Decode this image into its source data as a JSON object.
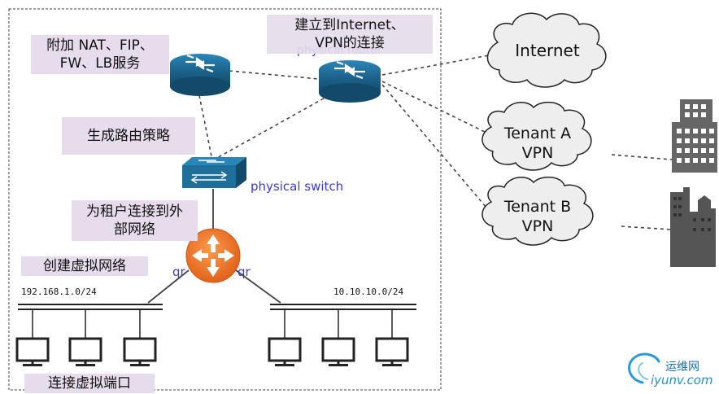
{
  "labels": {
    "nat": "附加 NAT、FIP、FW、LB服务",
    "nat_line1": "附加 NAT、FIP、",
    "nat_line2": "FW、LB服务",
    "internet_conn_line1": "建立到Internet、",
    "internet_conn_line2": "VPN的连接",
    "route_policy": "生成路由策略",
    "ext_conn_line1": "为租户连接到外",
    "ext_conn_line2": "部网络",
    "create_vnet": "创建虚拟网络",
    "connect_vport": "连接虚拟端口"
  },
  "device_labels": {
    "physical_router": "physical router",
    "physical_switch": "physical switch",
    "qr_left": "qr",
    "qr_right": "qr"
  },
  "clouds": {
    "internet": "Internet",
    "tenant_a_line1": "Tenant A",
    "tenant_a_line2": "VPN",
    "tenant_b_line1": "Tenant B",
    "tenant_b_line2": "VPN"
  },
  "networks": {
    "left": "192.168.1.0/24",
    "right": "10.10.10.0/24"
  },
  "watermark": {
    "cn": "运维网",
    "url": "iyunv.com"
  },
  "colors": {
    "router_blue": "#1f6f9b",
    "qr_orange": "#f07c2e",
    "label_bg": "#e6dcec",
    "link_blue": "#3b3bd6"
  }
}
